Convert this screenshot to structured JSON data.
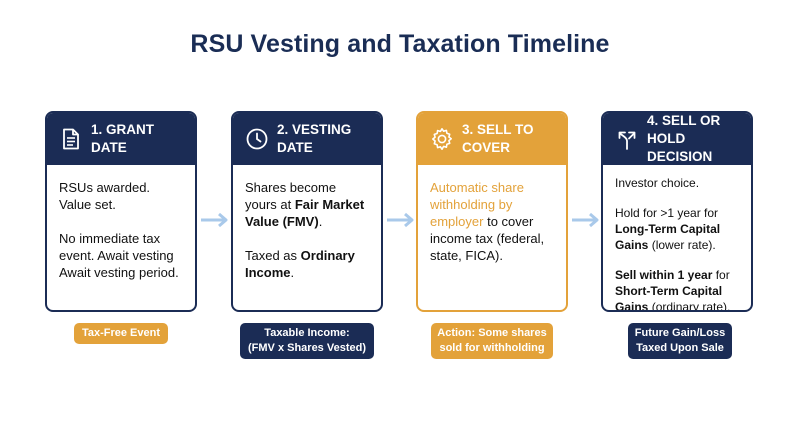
{
  "title": "RSU Vesting and Taxation Timeline",
  "colors": {
    "navy": "#1b2c55",
    "gold": "#e3a23a",
    "arrow": "#a9c9ea"
  },
  "cards": [
    {
      "title_line1": "1. GRANT",
      "title_line2": "DATE",
      "icon": "document-icon",
      "p1_line1": "RSUs awarded.",
      "p1_line2": "Value set.",
      "p2_line1": "No immediate tax",
      "p2_line2": "event. Await vesting",
      "p2_line3": "Await vesting period."
    },
    {
      "title_line1": "2. VESTING",
      "title_line2": "DATE",
      "icon": "clock-icon",
      "p1_a": "Shares become",
      "p1_b": "yours at ",
      "p1_bold1": "Fair Market",
      "p1_bold2": "Value (FMV)",
      "p1_end": ".",
      "p2_a": "Taxed as ",
      "p2_bold1": "Ordinary",
      "p2_bold2": "Income",
      "p2_end": "."
    },
    {
      "title_line1": "3. SELL TO",
      "title_line2": "COVER",
      "icon": "gear-icon",
      "gold_line1": "Automatic share",
      "gold_line2": "withholding by",
      "gold_line3": "employer",
      "rest_line3": " to cover",
      "line4": "income tax (federal,",
      "line5": "state, FICA)."
    },
    {
      "title_line1": "4. SELL OR",
      "title_line2": "HOLD DECISION",
      "icon": "split-arrow-icon",
      "p1": "Investor choice.",
      "p2_a": "Hold for >1 year for",
      "p2_bold1": "Long-Term Capital",
      "p2_bold2": "Gains",
      "p2_end": " (lower rate).",
      "p3_bold": "Sell within 1 year",
      "p3_a": " for",
      "p3_bold2": "Short-Term Capital",
      "p3_bold3": "Gains",
      "p3_end": " (ordinary rate)."
    }
  ],
  "pills": [
    {
      "line1": "Tax-Free Event",
      "line2": "",
      "style": "gold"
    },
    {
      "line1": "Taxable Income:",
      "line2": "(FMV x Shares Vested)",
      "style": "navy"
    },
    {
      "line1": "Action: Some shares",
      "line2": "sold for withholding",
      "style": "gold"
    },
    {
      "line1": "Future Gain/Loss",
      "line2": "Taxed Upon Sale",
      "style": "navy"
    }
  ]
}
